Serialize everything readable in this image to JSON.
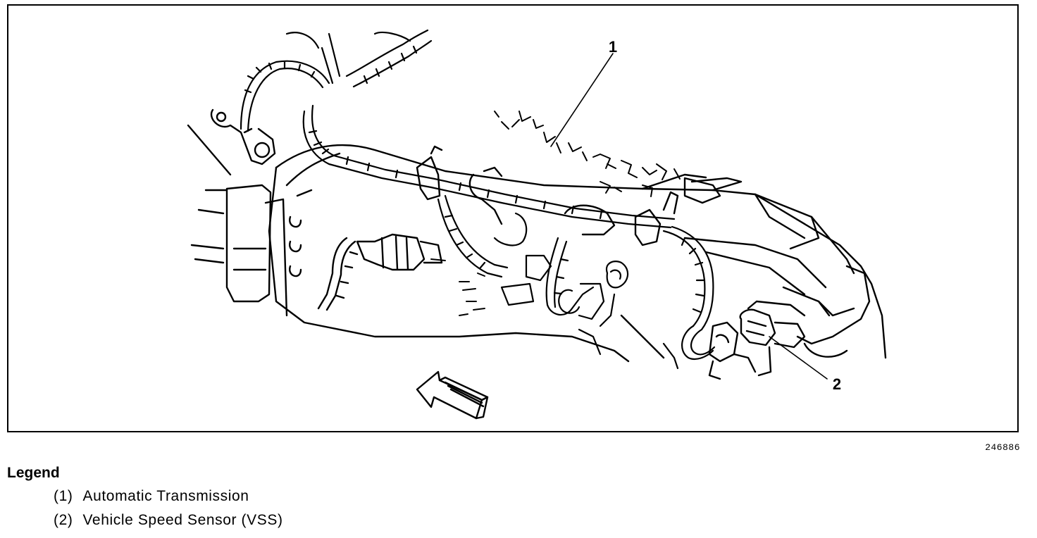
{
  "figure": {
    "id": "246886",
    "callouts": [
      {
        "number": "1"
      },
      {
        "number": "2"
      }
    ]
  },
  "legend": {
    "title": "Legend",
    "items": [
      {
        "number": "(1)",
        "label": "Automatic Transmission"
      },
      {
        "number": "(2)",
        "label": "Vehicle Speed Sensor (VSS)"
      }
    ]
  }
}
